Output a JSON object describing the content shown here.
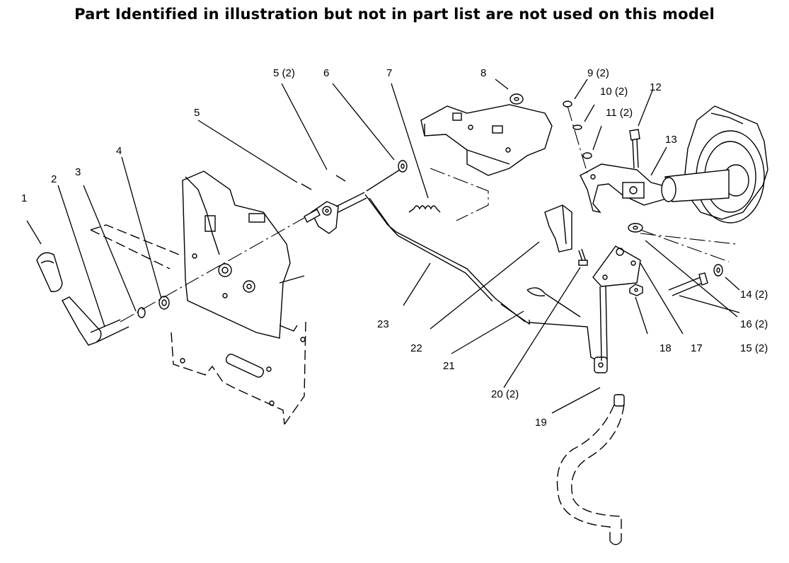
{
  "title": "Part Identified in illustration but not in part list are not used on this model",
  "callouts": [
    {
      "id": "c1",
      "text": "1"
    },
    {
      "id": "c2",
      "text": "2"
    },
    {
      "id": "c3",
      "text": "3"
    },
    {
      "id": "c4",
      "text": "4"
    },
    {
      "id": "c5",
      "text": "5"
    },
    {
      "id": "c5b",
      "text": "5 (2)"
    },
    {
      "id": "c6",
      "text": "6"
    },
    {
      "id": "c7",
      "text": "7"
    },
    {
      "id": "c8",
      "text": "8"
    },
    {
      "id": "c9",
      "text": "9 (2)"
    },
    {
      "id": "c10",
      "text": "10 (2)"
    },
    {
      "id": "c11",
      "text": "11 (2)"
    },
    {
      "id": "c12",
      "text": "12"
    },
    {
      "id": "c13",
      "text": "13"
    },
    {
      "id": "c14",
      "text": "14 (2)"
    },
    {
      "id": "c15",
      "text": "15 (2)"
    },
    {
      "id": "c16",
      "text": "16 (2)"
    },
    {
      "id": "c17",
      "text": "17"
    },
    {
      "id": "c18",
      "text": "18"
    },
    {
      "id": "c19",
      "text": "19"
    },
    {
      "id": "c20",
      "text": "20 (2)"
    },
    {
      "id": "c21",
      "text": "21"
    },
    {
      "id": "c22",
      "text": "22"
    },
    {
      "id": "c23",
      "text": "23"
    }
  ]
}
